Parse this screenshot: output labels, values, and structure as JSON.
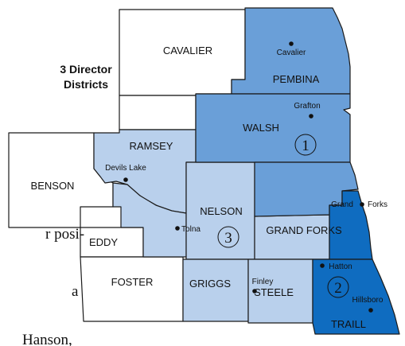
{
  "legend": {
    "title_line1": "3 Director",
    "title_line2": "Districts"
  },
  "colors": {
    "district_1": "#6a9fd8",
    "district_2": "#0f6cc0",
    "district_3": "#b9d0ec",
    "outside": "#ffffff",
    "border": "#1a1a1a"
  },
  "counties": {
    "cavalier": "CAVALIER",
    "pembina": "PEMBINA",
    "walsh": "WALSH",
    "ramsey": "RAMSEY",
    "benson": "BENSON",
    "nelson": "NELSON",
    "grand_forks": "GRAND FORKS",
    "eddy": "EDDY",
    "griggs": "GRIGGS",
    "steele": "STEELE",
    "foster": "FOSTER",
    "traill": "TRAILL"
  },
  "cities": {
    "cavalier": "Cavalier",
    "grafton": "Grafton",
    "devils_lake": "Devils Lake",
    "grand": "Grand",
    "forks": "Forks",
    "tolna": "Tolna",
    "finley": "Finley",
    "hatton": "Hatton",
    "hillsboro": "Hillsboro"
  },
  "districts": {
    "one": "1",
    "two": "2",
    "three": "3"
  },
  "body_text": {
    "fragment_1": "r posi-",
    "fragment_2": "a",
    "fragment_3": "Hanson,"
  }
}
